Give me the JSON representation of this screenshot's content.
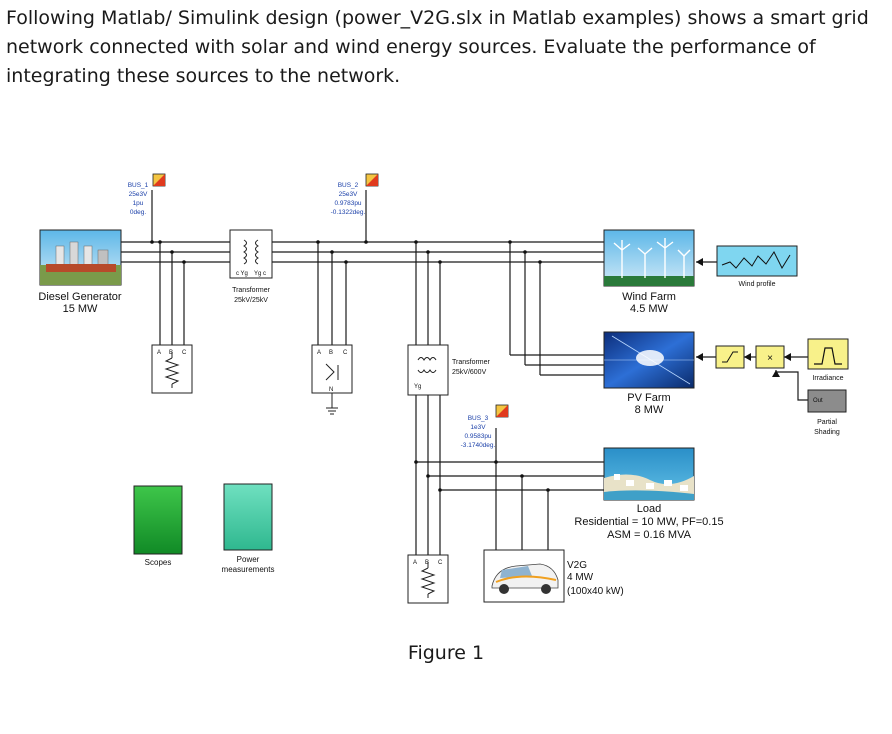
{
  "intro": "Following Matlab/ Simulink design (power_V2G.slx in Matlab examples) shows a smart grid network connected with solar and wind energy sources. Evaluate the performance of integrating these sources to the network.",
  "caption": "Figure 1",
  "bus1": {
    "name": "BUS_1",
    "l1": "25e3V",
    "l2": "1pu",
    "l3": "0deg."
  },
  "bus2": {
    "name": "BUS_2",
    "l1": "25e3V",
    "l2": "0.9783pu",
    "l3": "-0.1322deg."
  },
  "bus3": {
    "name": "BUS_3",
    "l1": "1e3V",
    "l2": "0.9583pu",
    "l3": "-3.1740deg."
  },
  "diesel": {
    "line1": "Diesel Generator",
    "line2": "15 MW"
  },
  "transformer1": {
    "line1": "Transformer",
    "line2": "25kV/25kV"
  },
  "transformer2": {
    "line1": "Transformer",
    "line2": "25kV/600V"
  },
  "wind": {
    "line1": "Wind Farm",
    "line2": "4.5 MW",
    "profile": "Wind profile"
  },
  "pv": {
    "line1": "PV Farm",
    "line2": "8 MW",
    "irradiance": "Irradiance",
    "shading1": "Partial",
    "shading2": "Shading",
    "out": "Out",
    "mult": "×"
  },
  "load": {
    "line1": "Load",
    "line2": "Residential = 10 MW, PF=0.15",
    "line3": "ASM = 0.16 MVA"
  },
  "v2g": {
    "line1": "V2G",
    "line2": "4 MW",
    "line3": "(100x40 kW)"
  },
  "scopes": "Scopes",
  "power": {
    "line1": "Power",
    "line2": "measurements"
  },
  "phase": {
    "a": "A",
    "b": "B",
    "c": "C",
    "n": "N"
  }
}
